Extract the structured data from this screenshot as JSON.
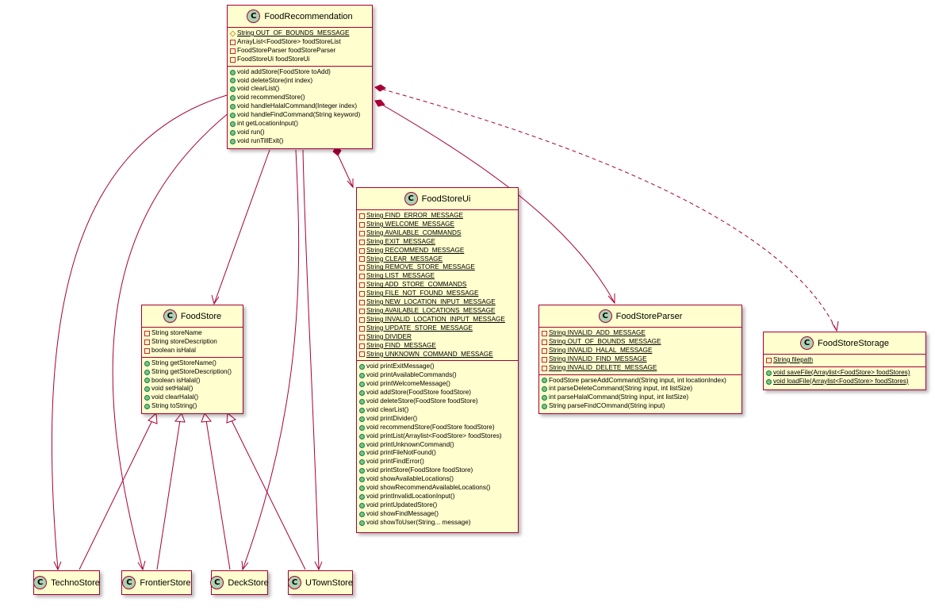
{
  "colors": {
    "class_fill": "#fefece",
    "border": "#a80036",
    "badge": "#add1b2",
    "private": "#c82930",
    "protected": "#b38d22",
    "public": "#84be84"
  },
  "classes": {
    "food_recommendation": {
      "badge": "C",
      "name": "FoodRecommendation",
      "fields": [
        {
          "vis": "protected",
          "static": true,
          "text": "String OUT_OF_BOUNDS_MESSAGE"
        },
        {
          "vis": "private",
          "static": false,
          "text": "ArrayList<FoodStore> foodStoreList"
        },
        {
          "vis": "private",
          "static": false,
          "text": "FoodStoreParser foodStoreParser"
        },
        {
          "vis": "private",
          "static": false,
          "text": "FoodStoreUi foodStoreUi"
        }
      ],
      "methods": [
        {
          "vis": "public",
          "static": false,
          "text": "void addStore(FoodStore toAdd)"
        },
        {
          "vis": "public",
          "static": false,
          "text": "void deleteStore(int index)"
        },
        {
          "vis": "public",
          "static": false,
          "text": "void clearList()"
        },
        {
          "vis": "public",
          "static": false,
          "text": "void recommendStore()"
        },
        {
          "vis": "public",
          "static": false,
          "text": "void handleHalalCommand(Integer index)"
        },
        {
          "vis": "public",
          "static": false,
          "text": "void handleFindCommand(String keyword)"
        },
        {
          "vis": "public",
          "static": false,
          "text": "int getLocationInput()"
        },
        {
          "vis": "public",
          "static": false,
          "text": "void run()"
        },
        {
          "vis": "public",
          "static": false,
          "text": "void runTillExit()"
        }
      ]
    },
    "food_store_ui": {
      "badge": "C",
      "name": "FoodStoreUi",
      "fields": [
        {
          "vis": "private",
          "static": true,
          "text": "String FIND_ERROR_MESSAGE"
        },
        {
          "vis": "private",
          "static": true,
          "text": "String WELCOME_MESSAGE"
        },
        {
          "vis": "private",
          "static": true,
          "text": "String AVAILABLE_COMMANDS"
        },
        {
          "vis": "private",
          "static": true,
          "text": "String EXIT_MESSAGE"
        },
        {
          "vis": "private",
          "static": true,
          "text": "String RECOMMEND_MESSAGE"
        },
        {
          "vis": "private",
          "static": true,
          "text": "String CLEAR_MESSAGE"
        },
        {
          "vis": "private",
          "static": true,
          "text": "String REMOVE_STORE_MESSAGE"
        },
        {
          "vis": "private",
          "static": true,
          "text": "String LIST_MESSAGE"
        },
        {
          "vis": "private",
          "static": true,
          "text": "String ADD_STORE_COMMANDS"
        },
        {
          "vis": "private",
          "static": true,
          "text": "String FILE_NOT_FOUND_MESSAGE"
        },
        {
          "vis": "private",
          "static": true,
          "text": "String NEW_LOCATION_INPUT_MESSAGE"
        },
        {
          "vis": "private",
          "static": true,
          "text": "String AVAILABLE_LOCATIONS_MESSAGE"
        },
        {
          "vis": "private",
          "static": true,
          "text": "String INVALID_LOCATION_INPUT_MESSAGE"
        },
        {
          "vis": "private",
          "static": true,
          "text": "String UPDATE_STORE_MESSAGE"
        },
        {
          "vis": "private",
          "static": true,
          "text": "String DIVIDER"
        },
        {
          "vis": "private",
          "static": true,
          "text": "String FIND_MESSAGE"
        },
        {
          "vis": "private",
          "static": true,
          "text": "String UNKNOWN_COMMAND_MESSAGE"
        }
      ],
      "methods": [
        {
          "vis": "public",
          "static": false,
          "text": "void printExitMessage()"
        },
        {
          "vis": "public",
          "static": false,
          "text": "void printAvailableCommands()"
        },
        {
          "vis": "public",
          "static": false,
          "text": "void printWelcomeMessage()"
        },
        {
          "vis": "public",
          "static": false,
          "text": "void addStore(FoodStore foodStore)"
        },
        {
          "vis": "public",
          "static": false,
          "text": "void deleteStore(FoodStore foodStore)"
        },
        {
          "vis": "public",
          "static": false,
          "text": "void clearList()"
        },
        {
          "vis": "public",
          "static": false,
          "text": "void printDivider()"
        },
        {
          "vis": "public",
          "static": false,
          "text": "void recommendStore(FoodStore foodStore)"
        },
        {
          "vis": "public",
          "static": false,
          "text": "void printList(Arraylist<FoodStore> foodStores)"
        },
        {
          "vis": "public",
          "static": false,
          "text": "void printUnknownCommand()"
        },
        {
          "vis": "public",
          "static": false,
          "text": "void printFileNotFound()"
        },
        {
          "vis": "public",
          "static": false,
          "text": "void printFindError()"
        },
        {
          "vis": "public",
          "static": false,
          "text": "void printStore(FoodStore foodStore)"
        },
        {
          "vis": "public",
          "static": false,
          "text": "void showAvailableLocations()"
        },
        {
          "vis": "public",
          "static": false,
          "text": "void showRecommendAvailableLocations()"
        },
        {
          "vis": "public",
          "static": false,
          "text": "void printInvalidLocationInput()"
        },
        {
          "vis": "public",
          "static": false,
          "text": "void printUpdatedStore()"
        },
        {
          "vis": "public",
          "static": false,
          "text": "void showFindMessage()"
        },
        {
          "vis": "public",
          "static": false,
          "text": "void showToUser(String... message)"
        }
      ]
    },
    "food_store": {
      "badge": "C",
      "name": "FoodStore",
      "fields": [
        {
          "vis": "private",
          "static": false,
          "text": "String storeName"
        },
        {
          "vis": "private",
          "static": false,
          "text": "String storeDescription"
        },
        {
          "vis": "private",
          "static": false,
          "text": "boolean isHalal"
        }
      ],
      "methods": [
        {
          "vis": "public",
          "static": false,
          "text": "String getStoreName()"
        },
        {
          "vis": "public",
          "static": false,
          "text": "String getStoreDescription()"
        },
        {
          "vis": "public",
          "static": false,
          "text": "boolean isHalal()"
        },
        {
          "vis": "public",
          "static": false,
          "text": "void setHalal()"
        },
        {
          "vis": "public",
          "static": false,
          "text": "void clearHalal()"
        },
        {
          "vis": "public",
          "static": false,
          "text": "String toString()"
        }
      ]
    },
    "food_store_parser": {
      "badge": "C",
      "name": "FoodStoreParser",
      "fields": [
        {
          "vis": "private",
          "static": true,
          "text": "String INVALID_ADD_MESSAGE"
        },
        {
          "vis": "private",
          "static": true,
          "text": "String OUT_OF_BOUNDS_MESSAGE"
        },
        {
          "vis": "private",
          "static": true,
          "text": "String INVALID_HALAL_MESSAGE"
        },
        {
          "vis": "private",
          "static": true,
          "text": "String INVALID_FIND_MESSAGE"
        },
        {
          "vis": "private",
          "static": true,
          "text": "String INVALID_DELETE_MESSAGE"
        }
      ],
      "methods": [
        {
          "vis": "public",
          "static": false,
          "text": "FoodStore parseAddCommand(String input, int locationIndex)"
        },
        {
          "vis": "public",
          "static": false,
          "text": "int parseDeleteCommand(String input, int listSize)"
        },
        {
          "vis": "public",
          "static": false,
          "text": "int parseHalalCommand(String input, int listSize)"
        },
        {
          "vis": "public",
          "static": false,
          "text": "String parseFindCOmmand(String input)"
        }
      ]
    },
    "food_store_storage": {
      "badge": "C",
      "name": "FoodStoreStorage",
      "fields": [
        {
          "vis": "private",
          "static": true,
          "text": "String filepath"
        }
      ],
      "methods": [
        {
          "vis": "public",
          "static": true,
          "text": "void saveFile(Arraylist<FoodStore> foodStores)"
        },
        {
          "vis": "public",
          "static": true,
          "text": "void loadFile(Arraylist<FoodStore> foodStores)"
        }
      ]
    },
    "techno_store": {
      "badge": "C",
      "name": "TechnoStore"
    },
    "frontier_store": {
      "badge": "C",
      "name": "FrontierStore"
    },
    "deck_store": {
      "badge": "C",
      "name": "DeckStore"
    },
    "utown_store": {
      "badge": "C",
      "name": "UTownStore"
    }
  }
}
